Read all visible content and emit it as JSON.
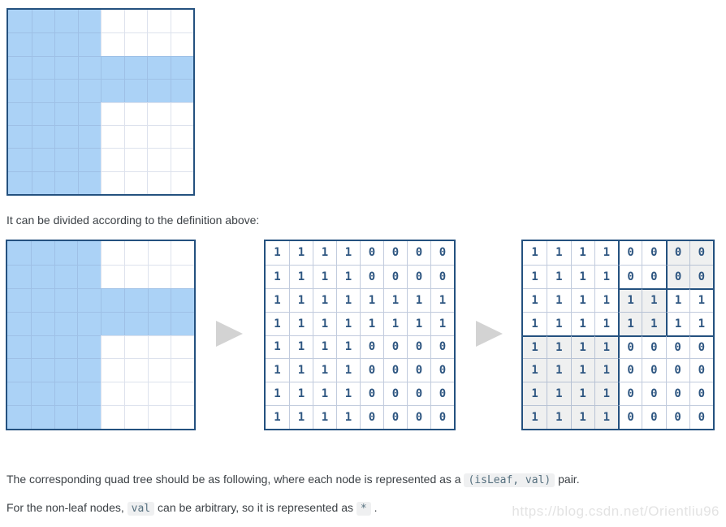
{
  "texts": {
    "divided_line": "It can be divided according to the definition above:",
    "quadtree_line": {
      "before": "The corresponding quad tree should be as following, where each node is represented as a ",
      "code": "(isLeaf, val)",
      "after": " pair."
    },
    "nonleaf_line": {
      "part1": "For the non-leaf nodes, ",
      "code1": "val",
      "part2": " can be arbitrary, so it is represented as ",
      "code2": "*",
      "part3": " ."
    },
    "watermark": "https://blog.csdn.net/Orientliu96"
  },
  "icons": {
    "arrow": "right-triangle-arrow-icon"
  },
  "colors": {
    "grid_border": "#24517f",
    "blue_cell": "#abd2f6",
    "digit": "#2e5681",
    "shaded_cell": "#eff0f0",
    "body_text": "#3b4045",
    "code_bg": "#eff0f1",
    "code_fg": "#56707f",
    "arrow": "#d3d3d3",
    "watermark": "#e3e3e3"
  },
  "grid": {
    "size": 8,
    "matrix": [
      [
        1,
        1,
        1,
        1,
        0,
        0,
        0,
        0
      ],
      [
        1,
        1,
        1,
        1,
        0,
        0,
        0,
        0
      ],
      [
        1,
        1,
        1,
        1,
        1,
        1,
        1,
        1
      ],
      [
        1,
        1,
        1,
        1,
        1,
        1,
        1,
        1
      ],
      [
        1,
        1,
        1,
        1,
        0,
        0,
        0,
        0
      ],
      [
        1,
        1,
        1,
        1,
        0,
        0,
        0,
        0
      ],
      [
        1,
        1,
        1,
        1,
        0,
        0,
        0,
        0
      ],
      [
        1,
        1,
        1,
        1,
        0,
        0,
        0,
        0
      ]
    ],
    "shaded_regions": [
      {
        "row": 0,
        "col": 6,
        "rows": 2,
        "cols": 2
      },
      {
        "row": 2,
        "col": 4,
        "rows": 2,
        "cols": 2
      },
      {
        "row": 4,
        "col": 0,
        "rows": 4,
        "cols": 4
      }
    ],
    "thick_vertical": [
      {
        "col": 4,
        "from_row": 0,
        "to_row": 8
      },
      {
        "col": 6,
        "from_row": 0,
        "to_row": 4
      }
    ],
    "thick_horizontal": [
      {
        "row": 4,
        "from_col": 0,
        "to_col": 8
      },
      {
        "row": 2,
        "from_col": 4,
        "to_col": 8
      }
    ]
  }
}
